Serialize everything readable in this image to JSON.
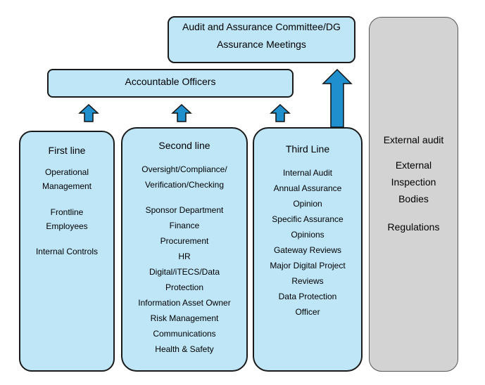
{
  "committee": {
    "line1": "Audit and Assurance Committee/DG",
    "line2": "Assurance Meetings"
  },
  "accountable": {
    "label": "Accountable Officers"
  },
  "first_line": {
    "title": "First line",
    "items": [
      "Operational",
      "Management",
      "Frontline",
      "Employees",
      "Internal Controls"
    ]
  },
  "second_line": {
    "title": "Second line",
    "items": [
      "Oversight/Compliance/",
      "Verification/Checking",
      "Sponsor Department",
      "Finance",
      "Procurement",
      "HR",
      "Digital/iTECS/Data",
      "Protection",
      "Information Asset Owner",
      "Risk Management",
      "Communications",
      "Health & Safety"
    ]
  },
  "third_line": {
    "title": "Third Line",
    "items": [
      "Internal Audit",
      "Annual Assurance",
      "Opinion",
      "Specific Assurance",
      "Opinions",
      "Gateway Reviews",
      "Major Digital Project",
      "Reviews",
      "Data Protection",
      "Officer"
    ]
  },
  "external": {
    "items": [
      "External audit",
      "External",
      "Inspection",
      "Bodies",
      "Regulations"
    ]
  },
  "colors": {
    "box_fill": "#bfe6f7",
    "arrow_fill": "#1f8fce",
    "external_fill": "#d3d3d3"
  }
}
